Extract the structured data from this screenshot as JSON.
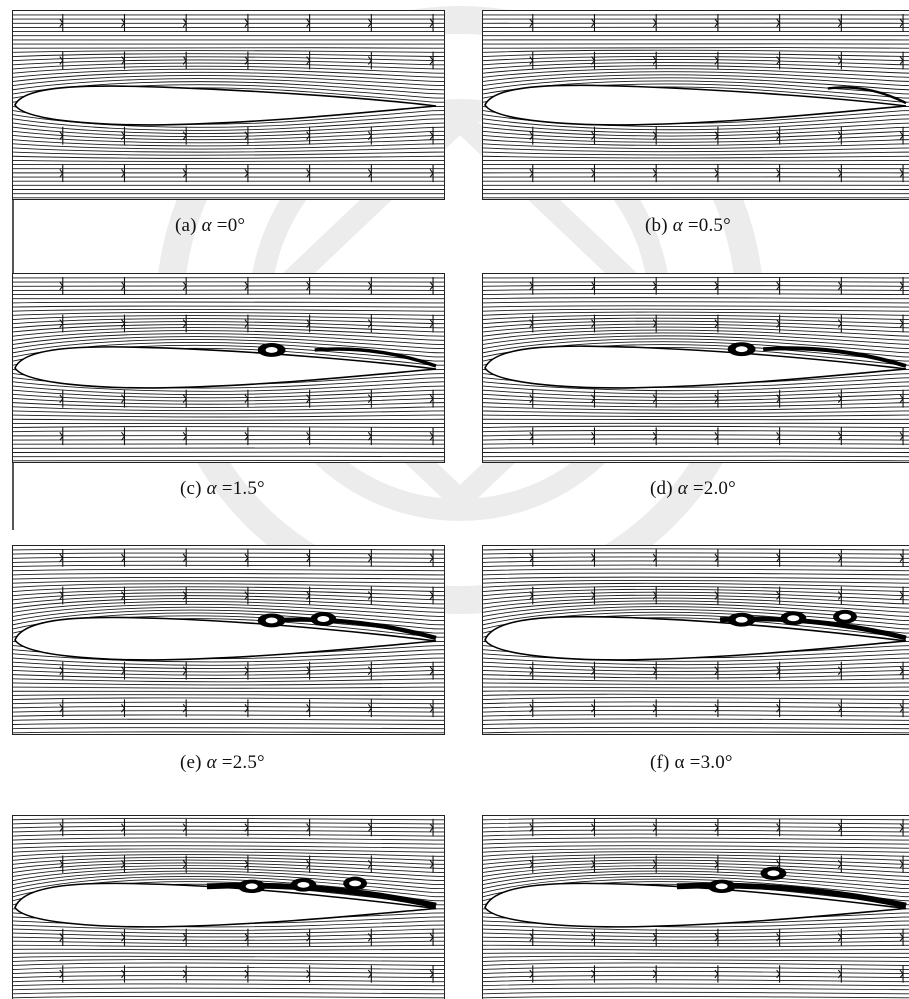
{
  "figure": {
    "panels": [
      {
        "caption_label": "(a)",
        "symbol": "α",
        "value": "=0°",
        "alpha_deg": 0,
        "vortex_count": 0
      },
      {
        "caption_label": "(b)",
        "symbol": "α",
        "value": "=0.5°",
        "alpha_deg": 0.5,
        "vortex_count": 0
      },
      {
        "caption_label": "(c)",
        "symbol": "α",
        "value": "=1.5°",
        "alpha_deg": 1.5,
        "vortex_count": 1
      },
      {
        "caption_label": "(d)",
        "symbol": "α",
        "value": "=2.0°",
        "alpha_deg": 2.0,
        "vortex_count": 1
      },
      {
        "caption_label": "(e)",
        "symbol": "α",
        "value": "=2.5°",
        "alpha_deg": 2.5,
        "vortex_count": 2
      },
      {
        "caption_label": "(f)",
        "symbol": "α",
        "value": "=3.0°",
        "alpha_deg": 3.0,
        "vortex_count": 3
      },
      {
        "caption_label": "",
        "symbol": "",
        "value": "",
        "alpha_deg": null,
        "vortex_count": 3
      },
      {
        "caption_label": "",
        "symbol": "",
        "value": "",
        "alpha_deg": null,
        "vortex_count": 2
      }
    ]
  }
}
